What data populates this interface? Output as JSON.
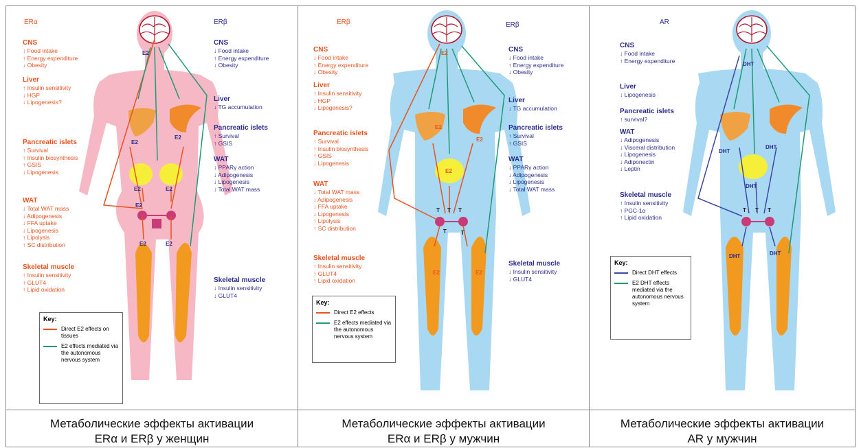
{
  "colors": {
    "direct": "#e8531f",
    "neural": "#1f9a78",
    "dht": "#3b47a6",
    "female_body": "#f7b8c6",
    "male_body": "#a9d8f2",
    "title_orange": "#e8531f",
    "title_blue": "#2b2d8c"
  },
  "panel1": {
    "left_title": "ERα",
    "right_title": "ERβ",
    "left_blocks": [
      {
        "heading": "CNS",
        "lines": [
          "↓ Food intake",
          "↑ Energy expenditure",
          "↓ Obesity"
        ]
      },
      {
        "heading": "Liver",
        "lines": [
          "↑ Insulin sensitivity",
          "↓ HGP",
          "↓ Lipogenesis?"
        ]
      },
      {
        "heading": "Pancreatic islets",
        "lines": [
          "↑ Survival",
          "↑ Insulin biosynthesis",
          "↑ GSIS",
          "↓ Lipogenesis"
        ]
      },
      {
        "heading": "WAT",
        "lines": [
          "↓ Total WAT mass",
          "↓ Adipogenesis",
          "↓ FFA uptake",
          "↓ Lipogenesis",
          "↑ Lipolysis",
          "↑ SC distribution"
        ]
      },
      {
        "heading": "Skeletal muscle",
        "lines": [
          "↑ Insulin sensitivity",
          "↑ GLUT4",
          "↑ Lipid oxidation"
        ]
      }
    ],
    "right_blocks": [
      {
        "heading": "CNS",
        "lines": [
          "↓ Food intake",
          "↑ Energy expenditure",
          "↓ Obesity"
        ]
      },
      {
        "heading": "Liver",
        "lines": [
          "↓ TG accumulation"
        ]
      },
      {
        "heading": "Pancreatic islets",
        "lines": [
          "↑ Survival",
          "↑ GSIS"
        ]
      },
      {
        "heading": "WAT",
        "lines": [
          "↓ PPARγ action",
          "↓ Adipogenesis",
          "↓ Lipogenesis",
          "↓ Total WAT mass"
        ]
      },
      {
        "heading": "Skeletal muscle",
        "lines": [
          "↓ Insulin sensitivity",
          "↓ GLUT4"
        ]
      }
    ],
    "hormone_label": "E2",
    "key": {
      "title": "Key:",
      "item1": "Direct E2 effects on tissues",
      "item2": "E2 effects mediated via the autonomous nervous system"
    },
    "caption_line1": "Метаболические эффекты активации",
    "caption_line2": "ERα и ERβ у женщин"
  },
  "panel2": {
    "left_title": "ERβ",
    "right_title": "ERβ",
    "left_blocks": [
      {
        "heading": "CNS",
        "lines": [
          "↓ Food intake",
          "↑ Energy expenditure",
          "↓ Obesity"
        ]
      },
      {
        "heading": "Liver",
        "lines": [
          "↑ Insulin sensitivity",
          "↓ HGP",
          "↓ Lipogenesis?"
        ]
      },
      {
        "heading": "Pancreatic islets",
        "lines": [
          "↑ Survival",
          "↑ Insulin biosynthesis",
          "↑ GSIS",
          "↓ Lipogenesis"
        ]
      },
      {
        "heading": "WAT",
        "lines": [
          "↓ Total WAT mass",
          "↓ Adipogenesis",
          "↓ FFA uptake",
          "↓ Lipogenesis",
          "↑ Lipolysis",
          "↑ SC distribution"
        ]
      },
      {
        "heading": "Skeletal muscle",
        "lines": [
          "↑ Insulin sensitivity",
          "↑ GLUT4",
          "↑ Lipid oxidation"
        ]
      }
    ],
    "right_blocks": [
      {
        "heading": "CNS",
        "lines": [
          "↓ Food intake",
          "↑ Energy expenditure",
          "↓ Obesity"
        ]
      },
      {
        "heading": "Liver",
        "lines": [
          "↓ TG accumulation"
        ]
      },
      {
        "heading": "Pancreatic islets",
        "lines": [
          "↑ Survival",
          "↑ GSIS"
        ]
      },
      {
        "heading": "WAT",
        "lines": [
          "↓ PPARγ action",
          "↓ Adipogenesis",
          "↓ Lipogenesis",
          "↓ Total WAT mass"
        ]
      },
      {
        "heading": "Skeletal muscle",
        "lines": [
          "↓ Insulin sensitivity",
          "↓ GLUT4"
        ]
      }
    ],
    "hormone_label": "E2",
    "testis_label": "T",
    "key": {
      "title": "Key:",
      "item1": "Direct E2 effects",
      "item2": "E2 effects mediated via the autonomous nervous system"
    },
    "caption_line1": "Метаболические эффекты активации",
    "caption_line2": "ERα и ERβ у мужчин"
  },
  "panel3": {
    "left_title": "AR",
    "left_blocks": [
      {
        "heading": "CNS",
        "lines": [
          "↓ Food intake",
          "↑ Energy expenditure"
        ]
      },
      {
        "heading": "Liver",
        "lines": [
          "↓ Lipogenesis"
        ]
      },
      {
        "heading": "Pancreatic islets",
        "lines": [
          "↑ survival?"
        ]
      },
      {
        "heading": "WAT",
        "lines": [
          "↓ Adipogenesis",
          "↓ Visceral distribution",
          "↓ Lipogenesis",
          "↓ Adiponectin",
          "↓ Leptin"
        ]
      },
      {
        "heading": "Skeletal muscle",
        "lines": [
          "↑ Insulin sensitivity",
          "↑ PGC-1α",
          "↑ Lipid oxidation"
        ]
      }
    ],
    "hormone_label": "DHT",
    "testis_label": "T",
    "key": {
      "title": "Key:",
      "item1": "Direct DHT effects",
      "item2": "E2 DHT effects mediated via the autonomous nervous system"
    },
    "caption_line1": "Метаболические эффекты активации",
    "caption_line2": "AR у мужчин"
  }
}
